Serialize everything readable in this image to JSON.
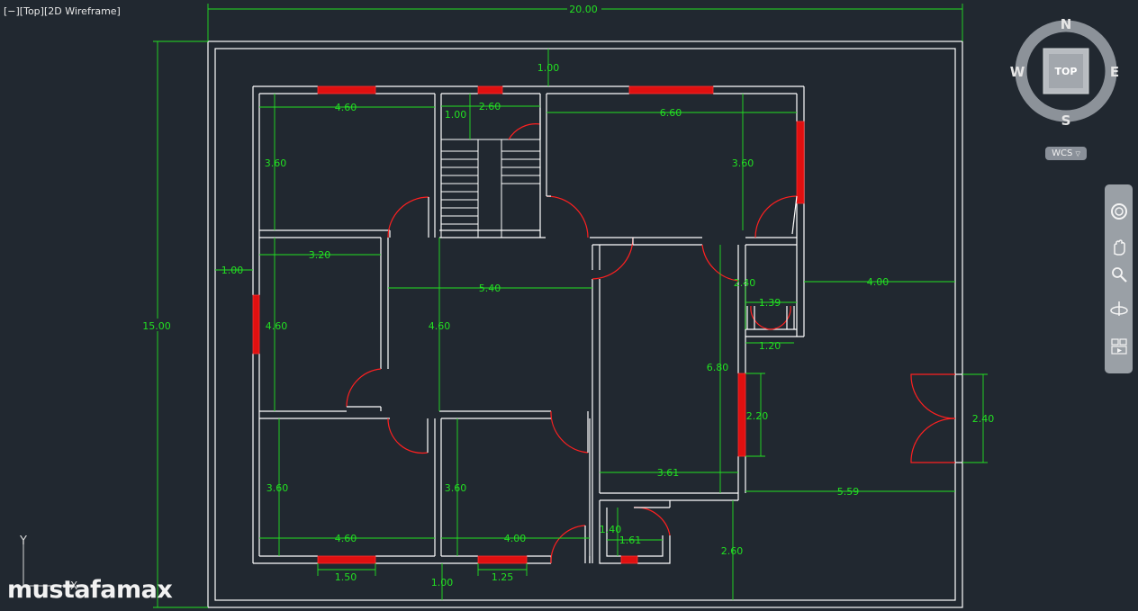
{
  "viewport": {
    "label": "[−][Top][2D Wireframe]"
  },
  "viewcube": {
    "north": "N",
    "south": "S",
    "east": "E",
    "west": "W",
    "face": "TOP",
    "wcs_label": "WCS"
  },
  "navbar": {
    "tools": [
      "steering-wheel-icon",
      "pan-icon",
      "zoom-icon",
      "orbit-icon",
      "showmotion-icon"
    ]
  },
  "ucs": {
    "y_label": "Y",
    "x_label": "X"
  },
  "watermark": "mustafamax",
  "colors": {
    "background": "#212830",
    "walls": "#ffffff",
    "dimensions": "#22e022",
    "openings": "#ff1a1a"
  },
  "dimensions": {
    "overall_width": "20.00",
    "overall_height": "15.00",
    "top_setback": "1.00",
    "left_setback": "1.00",
    "bottom_setback": "1.00",
    "right_setback": "4.00",
    "room_tl_width": "4.60",
    "room_tl_height": "3.60",
    "stair_width": "2.60",
    "stair_landing": "1.00",
    "room_tr_width": "6.60",
    "room_tr_height": "3.60",
    "room_ml_width": "3.20",
    "room_ml_height": "4.60",
    "hall_width": "5.40",
    "hall_height": "4.60",
    "living_height": "6.80",
    "living_width": "3.61",
    "bath_width": "1.39",
    "bath_depth": "2.40",
    "bath_door": "1.20",
    "window_right": "2.20",
    "room_bl_width": "4.60",
    "room_bl_height": "3.60",
    "room_bm_height": "3.60",
    "room_bm_width": "4.00",
    "wc_width": "1.61",
    "wc_depth": "1.40",
    "window_bl": "1.50",
    "window_bm": "1.25",
    "entry_gate": "2.40",
    "right_yard": "5.59",
    "bottom_yard": "2.60"
  }
}
